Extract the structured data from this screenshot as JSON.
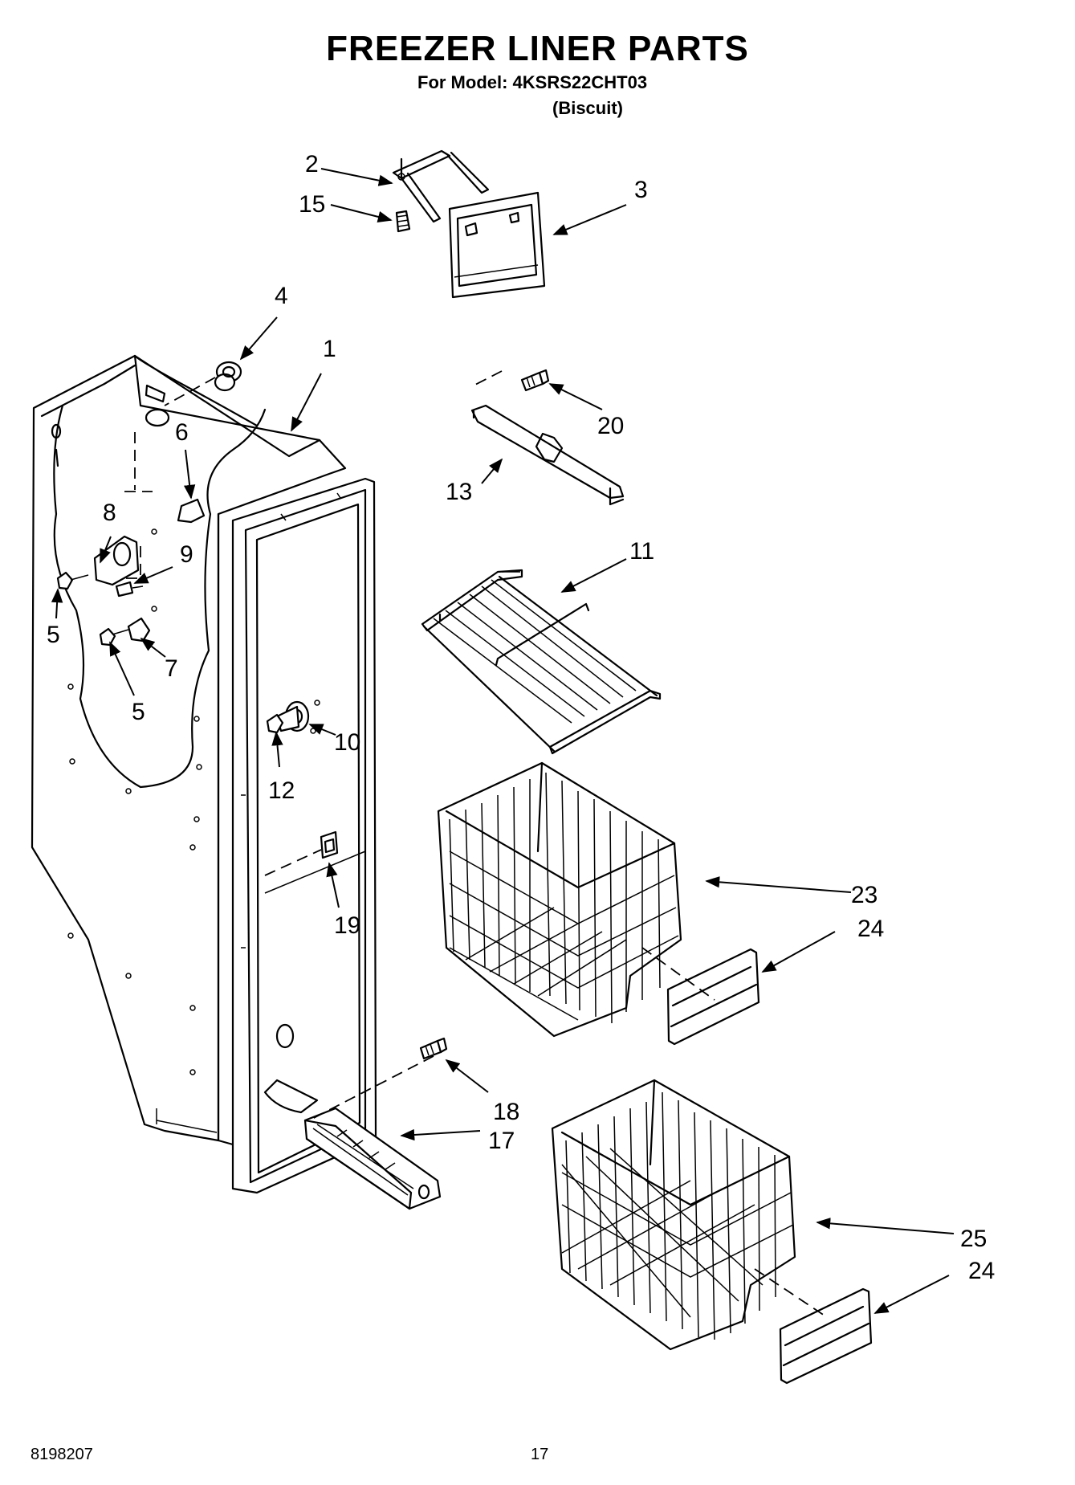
{
  "header": {
    "title": "FREEZER LINER PARTS",
    "model_line": "For Model: 4KSRS22CHT03",
    "variant": "(Biscuit)"
  },
  "footer": {
    "doc_number": "8198207",
    "page_number": "17"
  },
  "callouts": [
    {
      "id": "c1",
      "text": "1"
    },
    {
      "id": "c2",
      "text": "2"
    },
    {
      "id": "c3",
      "text": "3"
    },
    {
      "id": "c4",
      "text": "4"
    },
    {
      "id": "c5a",
      "text": "5"
    },
    {
      "id": "c5b",
      "text": "5"
    },
    {
      "id": "c6",
      "text": "6"
    },
    {
      "id": "c7",
      "text": "7"
    },
    {
      "id": "c8",
      "text": "8"
    },
    {
      "id": "c9",
      "text": "9"
    },
    {
      "id": "c10",
      "text": "10"
    },
    {
      "id": "c11",
      "text": "11"
    },
    {
      "id": "c12",
      "text": "12"
    },
    {
      "id": "c13",
      "text": "13"
    },
    {
      "id": "c15",
      "text": "15"
    },
    {
      "id": "c17",
      "text": "17"
    },
    {
      "id": "c18",
      "text": "18"
    },
    {
      "id": "c19",
      "text": "19"
    },
    {
      "id": "c20",
      "text": "20"
    },
    {
      "id": "c23",
      "text": "23"
    },
    {
      "id": "c24a",
      "text": "24"
    },
    {
      "id": "c24b",
      "text": "24"
    },
    {
      "id": "c25",
      "text": "25"
    }
  ]
}
